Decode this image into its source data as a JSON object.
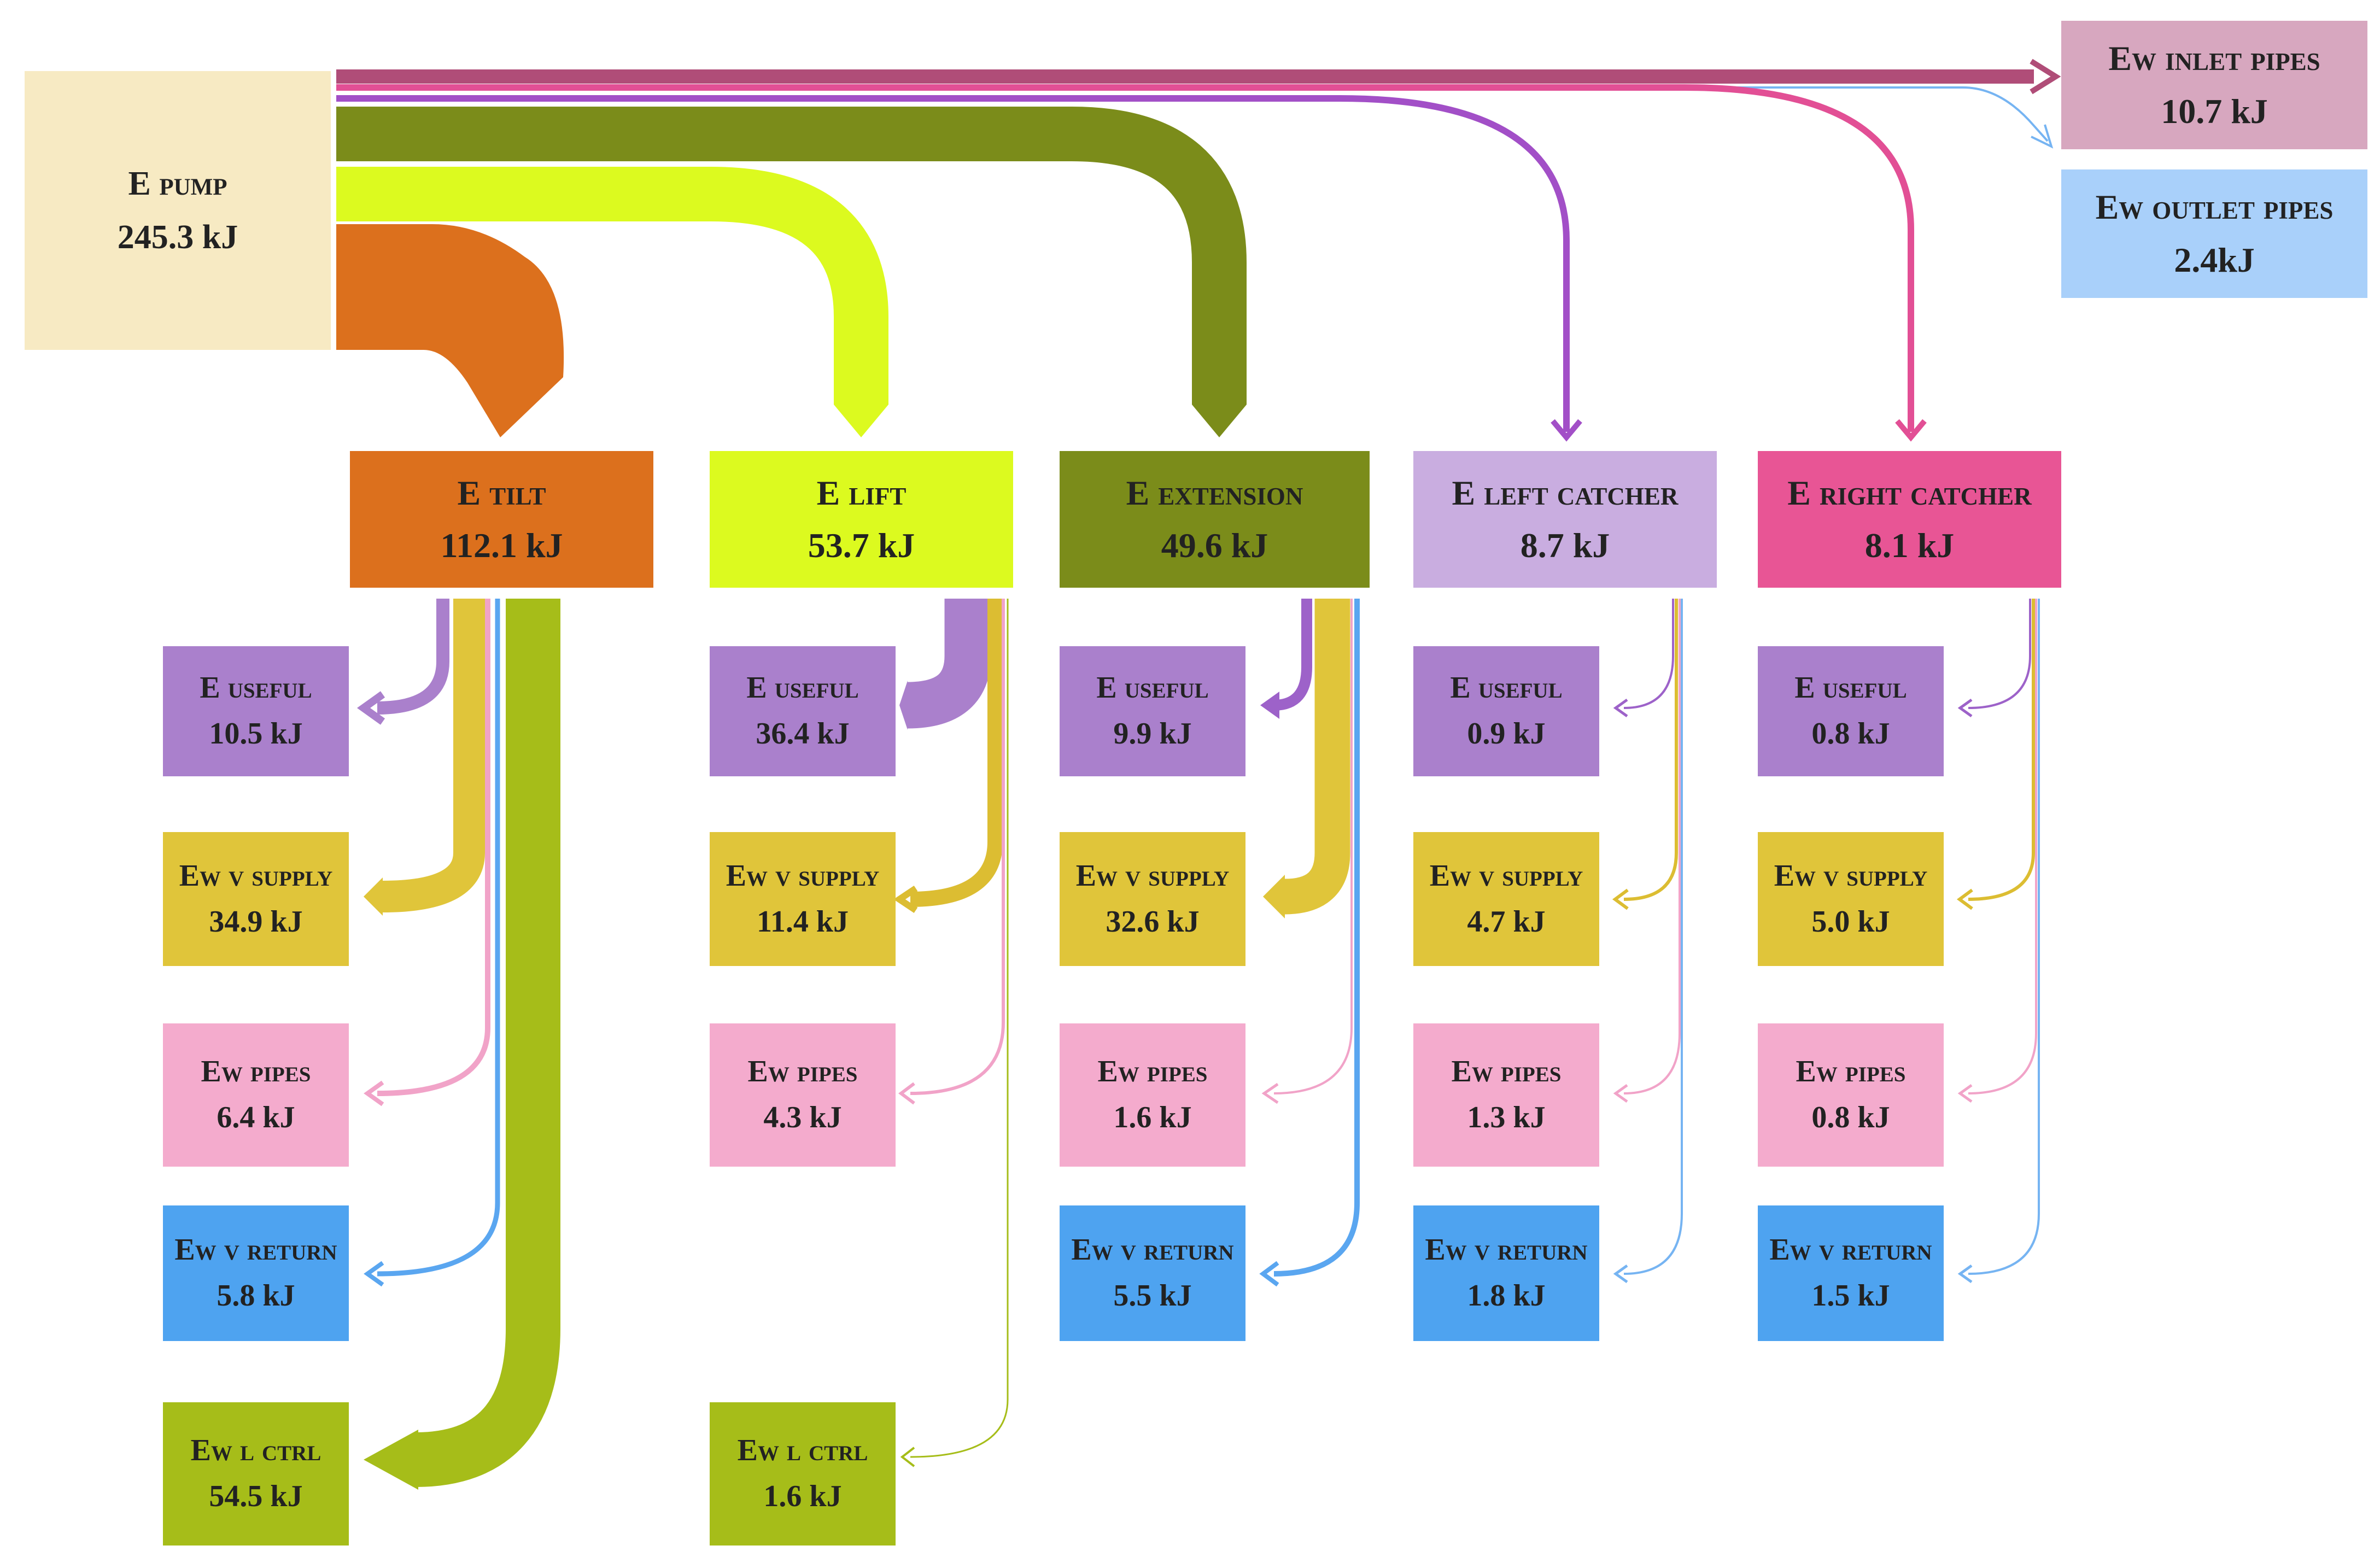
{
  "source": {
    "label": "E pump",
    "value": "245.3 kJ",
    "color": "#f7eac3"
  },
  "top_losses": [
    {
      "label": "Ew inlet pipes",
      "value": "10.7 kJ",
      "color": "#d7a7bf",
      "flow_color": "#b04d78"
    },
    {
      "label": "Ew outlet pipes",
      "value": "2.4kJ",
      "color": "#a9d0fa",
      "flow_color": "#76b4f2"
    }
  ],
  "subsystems": [
    {
      "id": "tilt",
      "label": "E tilt",
      "value": "112.1 kJ",
      "color": "#dc701d",
      "outputs": [
        {
          "label": "E useful",
          "value": "10.5 kJ"
        },
        {
          "label": "Ew v supply",
          "value": "34.9 kJ"
        },
        {
          "label": "Ew pipes",
          "value": "6.4 kJ"
        },
        {
          "label": "Ew v return",
          "value": "5.8 kJ"
        },
        {
          "label": "Ew l ctrl",
          "value": "54.5 kJ"
        }
      ]
    },
    {
      "id": "lift",
      "label": "E lift",
      "value": "53.7 kJ",
      "color": "#dcfa1f",
      "outputs": [
        {
          "label": "E useful",
          "value": "36.4 kJ"
        },
        {
          "label": "Ew v supply",
          "value": "11.4 kJ"
        },
        {
          "label": "Ew pipes",
          "value": "4.3 kJ"
        },
        {
          "label": "Ew l ctrl",
          "value": "1.6 kJ"
        }
      ]
    },
    {
      "id": "extension",
      "label": "E extension",
      "value": "49.6 kJ",
      "color": "#7b8c1a",
      "outputs": [
        {
          "label": "E useful",
          "value": "9.9 kJ"
        },
        {
          "label": "Ew v supply",
          "value": "32.6 kJ"
        },
        {
          "label": "Ew pipes",
          "value": "1.6 kJ"
        },
        {
          "label": "Ew v return",
          "value": "5.5 kJ"
        }
      ]
    },
    {
      "id": "left_catcher",
      "label": "E left catcher",
      "value": "8.7 kJ",
      "color": "#c9ade0",
      "outputs": [
        {
          "label": "E useful",
          "value": "0.9 kJ"
        },
        {
          "label": "Ew v supply",
          "value": "4.7 kJ"
        },
        {
          "label": "Ew pipes",
          "value": "1.3 kJ"
        },
        {
          "label": "Ew v return",
          "value": "1.8 kJ"
        }
      ]
    },
    {
      "id": "right_catcher",
      "label": "E right catcher",
      "value": "8.1 kJ",
      "color": "#e85595",
      "outputs": [
        {
          "label": "E useful",
          "value": "0.8 kJ"
        },
        {
          "label": "Ew v supply",
          "value": "5.0 kJ"
        },
        {
          "label": "Ew pipes",
          "value": "0.8 kJ"
        },
        {
          "label": "Ew v return",
          "value": "1.5 kJ"
        }
      ]
    }
  ],
  "output_colors": {
    "useful": "#aa80cc",
    "v_supply": "#e0c53a",
    "pipes": "#f4abcd",
    "v_return": "#4ea3f0",
    "l_ctrl": "#a6bd19",
    "useful_flow": "#9d62c9",
    "v_supply_flow": "#dcbd32",
    "pipes_flow": "#f1a3c8",
    "v_return_flow": "#5aa6f0",
    "l_ctrl_flow": "#a6bd19",
    "left_catcher_flow": "#a24fc7",
    "right_catcher_flow": "#e24f95"
  }
}
